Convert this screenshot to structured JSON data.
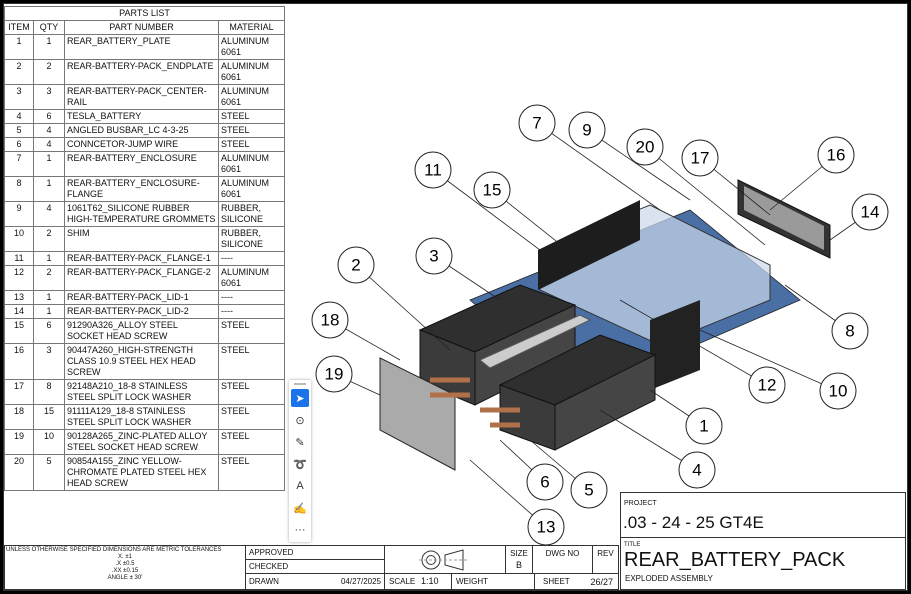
{
  "parts_list": {
    "title": "PARTS LIST",
    "headers": [
      "ITEM",
      "QTY",
      "PART NUMBER",
      "MATERIAL"
    ],
    "rows": [
      [
        "1",
        "1",
        "REAR_BATTERY_PLATE",
        "ALUMINUM 6061"
      ],
      [
        "2",
        "2",
        "REAR-BATTERY-PACK_ENDPLATE",
        "ALUMINUM 6061"
      ],
      [
        "3",
        "3",
        "REAR-BATTERY-PACK_CENTER-RAIL",
        "ALUMINUM 6061"
      ],
      [
        "4",
        "6",
        "TESLA_BATTERY",
        "STEEL"
      ],
      [
        "5",
        "4",
        "ANGLED BUSBAR_LC 4-3-25",
        "STEEL"
      ],
      [
        "6",
        "4",
        "CONNCETOR-JUMP WIRE",
        "STEEL"
      ],
      [
        "7",
        "1",
        "REAR-BATTERY_ENCLOSURE",
        "ALUMINUM 6061"
      ],
      [
        "8",
        "1",
        "REAR-BATTERY_ENCLOSURE-FLANGE",
        "ALUMINUM 6061"
      ],
      [
        "9",
        "4",
        "1061T62_SILICONE RUBBER HIGH-TEMPERATURE GROMMETS",
        "RUBBER, SILICONE"
      ],
      [
        "10",
        "2",
        "SHIM",
        "RUBBER, SILICONE"
      ],
      [
        "11",
        "1",
        "REAR-BATTERY-PACK_FLANGE-1",
        "----"
      ],
      [
        "12",
        "2",
        "REAR-BATTERY-PACK_FLANGE-2",
        "ALUMINUM 6061"
      ],
      [
        "13",
        "1",
        "REAR-BATTERY-PACK_LID-1",
        "----"
      ],
      [
        "14",
        "1",
        "REAR-BATTERY-PACK_LID-2",
        "----"
      ],
      [
        "15",
        "6",
        "91290A326_ALLOY STEEL SOCKET HEAD SCREW",
        "STEEL"
      ],
      [
        "16",
        "3",
        "90447A260_HIGH-STRENGTH CLASS 10.9 STEEL HEX HEAD SCREW",
        "STEEL"
      ],
      [
        "17",
        "8",
        "92148A210_18-8 STAINLESS STEEL SPLIT LOCK WASHER",
        "STEEL"
      ],
      [
        "18",
        "15",
        "91111A129_18-8 STAINLESS STEEL SPLIT LOCK WASHER",
        "STEEL"
      ],
      [
        "19",
        "10",
        "90128A265_ZINC-PLATED ALLOY STEEL SOCKET HEAD SCREW",
        "STEEL"
      ],
      [
        "20",
        "5",
        "90854A155_ZINC YELLOW-CHROMATE PLATED STEEL HEX HEAD SCREW",
        "STEEL"
      ]
    ]
  },
  "tolerance": {
    "note": "UNLESS OTHERWISE SPECIFIED DIMENSIONS ARE METRIC TOLERANCES",
    "lines": [
      "X.   ±1",
      ".X   ±0.5",
      ".XX   ±0.15",
      "ANGLE  ± 30'"
    ]
  },
  "title_block": {
    "approved": "APPROVED",
    "checked": "CHECKED",
    "drawn": "DRAWN",
    "drawn_date": "04/27/2025",
    "size_label": "SIZE",
    "size": "B",
    "dwg_no_label": "DWG NO",
    "rev_label": "REV",
    "scale_label": "SCALE",
    "scale": "1:10",
    "weight_label": "WEIGHT",
    "sheet_label": "SHEET",
    "sheet": "26/27",
    "project_label": "PROJECT",
    "project": ".03 - 24 - 25 GT4E",
    "title_label": "TITLE",
    "title": "REAR_BATTERY_PACK",
    "subtitle": "EXPLODED ASSEMBLY"
  },
  "balloons": [
    "1",
    "2",
    "3",
    "4",
    "5",
    "6",
    "7",
    "8",
    "9",
    "10",
    "11",
    "12",
    "13",
    "14",
    "15",
    "16",
    "17",
    "18",
    "19",
    "20"
  ],
  "toolbar": {
    "tools": [
      {
        "name": "select-tool",
        "icon": "cursor-icon",
        "glyph": "➤"
      },
      {
        "name": "zoom-tool",
        "icon": "magnifier-icon",
        "glyph": "⊙"
      },
      {
        "name": "pen-tool",
        "icon": "pen-icon",
        "glyph": "✎"
      },
      {
        "name": "lasso-tool",
        "icon": "lasso-icon",
        "glyph": "➰"
      },
      {
        "name": "text-tool",
        "icon": "text-box-icon",
        "glyph": "A"
      },
      {
        "name": "stamp-tool",
        "icon": "stamp-icon",
        "glyph": "✍"
      },
      {
        "name": "more-tool",
        "icon": "more-icon",
        "glyph": "···"
      }
    ],
    "active_color": "#1a73e8"
  }
}
